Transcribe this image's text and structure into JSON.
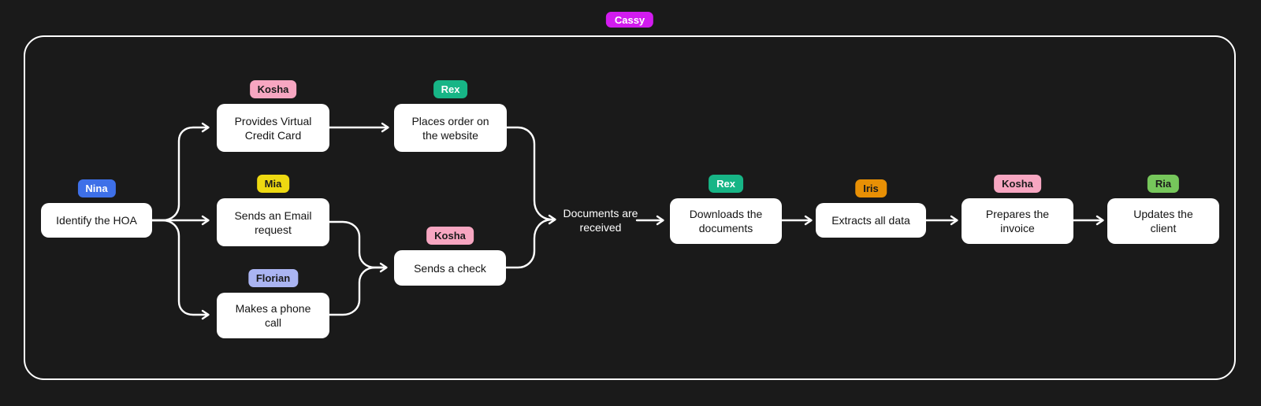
{
  "canvas": {
    "background_color": "#1a1a1a",
    "frame_border_color": "#ffffff",
    "node_fill": "#ffffff",
    "node_text_color": "#141414",
    "edge_color": "#ffffff"
  },
  "frame": {
    "owner_badge": {
      "label": "Cassy",
      "bg": "#d21bef",
      "text": "#ffffff"
    }
  },
  "palette": {
    "Nina": {
      "bg": "#3e70e8",
      "text": "#ffffff"
    },
    "Kosha": {
      "bg": "#f7a6c1",
      "text": "#1a1a1a"
    },
    "Rex": {
      "bg": "#17b586",
      "text": "#ffffff"
    },
    "Mia": {
      "bg": "#eed911",
      "text": "#1a1a1a"
    },
    "Florian": {
      "bg": "#aab4f2",
      "text": "#1a1a1a"
    },
    "Iris": {
      "bg": "#e89005",
      "text": "#1a1a1a"
    },
    "Ria": {
      "bg": "#76c75b",
      "text": "#1a1a1a"
    },
    "Cassy": {
      "bg": "#d21bef",
      "text": "#ffffff"
    }
  },
  "nodes": {
    "identify_hoa": {
      "label": "Identify the HOA",
      "badge": "Nina"
    },
    "provides_vcc": {
      "label": "Provides Virtual Credit Card",
      "badge": "Kosha"
    },
    "places_order": {
      "label": "Places order on the website",
      "badge": "Rex"
    },
    "sends_email": {
      "label": "Sends an Email request",
      "badge": "Mia"
    },
    "makes_call": {
      "label": "Makes a phone call",
      "badge": "Florian"
    },
    "sends_check": {
      "label": "Sends a check",
      "badge": "Kosha"
    },
    "downloads_docs": {
      "label": "Downloads the documents",
      "badge": "Rex"
    },
    "extracts_data": {
      "label": "Extracts all data",
      "badge": "Iris"
    },
    "prepares_invoice": {
      "label": "Prepares the invoice",
      "badge": "Kosha"
    },
    "updates_client": {
      "label": "Updates the client",
      "badge": "Ria"
    }
  },
  "labels": {
    "documents_received": "Documents are received"
  },
  "edges": [
    {
      "from": "identify_hoa",
      "to": "provides_vcc"
    },
    {
      "from": "identify_hoa",
      "to": "sends_email"
    },
    {
      "from": "identify_hoa",
      "to": "makes_call"
    },
    {
      "from": "provides_vcc",
      "to": "places_order"
    },
    {
      "from": "sends_email",
      "to": "sends_check"
    },
    {
      "from": "makes_call",
      "to": "sends_check"
    },
    {
      "from": "places_order",
      "to": "documents_received"
    },
    {
      "from": "sends_check",
      "to": "documents_received"
    },
    {
      "from": "documents_received",
      "to": "downloads_docs"
    },
    {
      "from": "downloads_docs",
      "to": "extracts_data"
    },
    {
      "from": "extracts_data",
      "to": "prepares_invoice"
    },
    {
      "from": "prepares_invoice",
      "to": "updates_client"
    }
  ]
}
